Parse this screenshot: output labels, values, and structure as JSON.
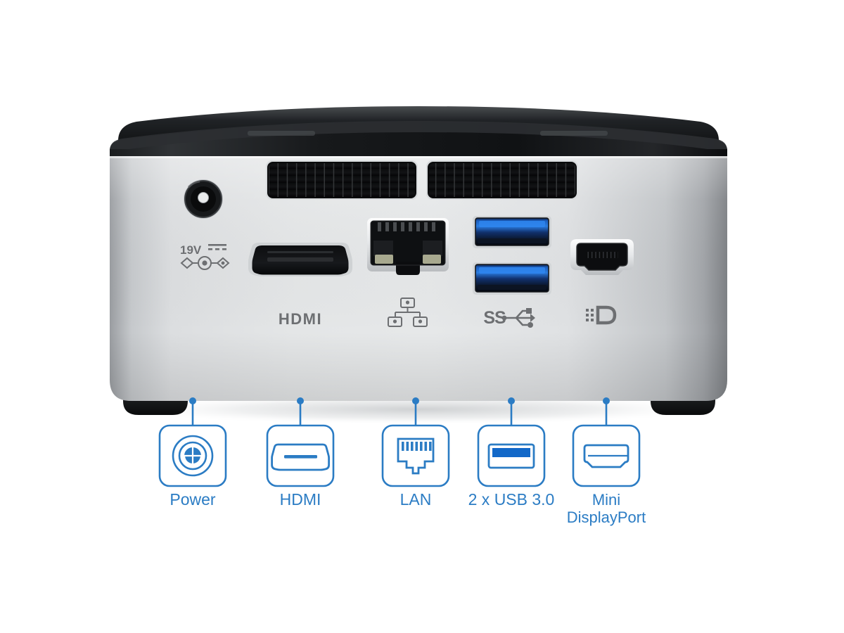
{
  "product": {
    "type": "mini-pc-rear-panel",
    "chassis_color": "#cfd2d4",
    "lid_color": "#111315",
    "accent_color": "#2b7cc4",
    "usb_blue": "#1268c8",
    "background": "#ffffff"
  },
  "panel_markings": {
    "power_voltage": "19V",
    "hdmi_label": "HDMI",
    "lan_icon": "network-tree-icon",
    "usb_label": "SS",
    "displayport_icon": "displayport-logo-icon"
  },
  "callouts": [
    {
      "id": "power",
      "label": "Power",
      "label_line2": "",
      "icon": "power-jack-icon"
    },
    {
      "id": "hdmi",
      "label": "HDMI",
      "label_line2": "",
      "icon": "hdmi-port-icon"
    },
    {
      "id": "lan",
      "label": "LAN",
      "label_line2": "",
      "icon": "rj45-port-icon"
    },
    {
      "id": "usb",
      "label": "2 x USB 3.0",
      "label_line2": "",
      "icon": "usb-port-icon"
    },
    {
      "id": "mini-displayport",
      "label": "Mini",
      "label_line2": "DisplayPort",
      "icon": "mini-displayport-icon"
    }
  ],
  "ports": [
    {
      "id": "power-jack",
      "name": "DC power barrel jack"
    },
    {
      "id": "hdmi-port",
      "name": "HDMI port"
    },
    {
      "id": "lan-port",
      "name": "RJ45 Ethernet port"
    },
    {
      "id": "usb-port-top",
      "name": "USB 3.0 port upper"
    },
    {
      "id": "usb-port-bottom",
      "name": "USB 3.0 port lower"
    },
    {
      "id": "mini-dp-port",
      "name": "Mini DisplayPort"
    }
  ]
}
